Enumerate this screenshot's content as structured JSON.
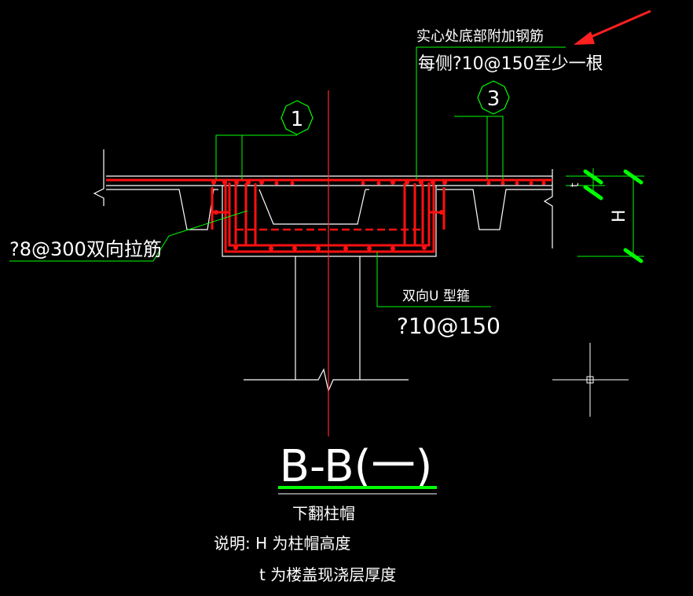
{
  "colors": {
    "background": "#000000",
    "outline": "#ffffff",
    "leader": "#00ff00",
    "rebar": "#ff1010",
    "axis": "#ff2a2a",
    "tick": "#00ff00",
    "title_underline": "#00ff00"
  },
  "labels": {
    "top_note_line1": "实心处底部附加钢筋",
    "top_note_line2": "每侧?10@150至少一根",
    "callout_1": "1",
    "callout_3": "3",
    "tie_bar": "?8@300双向拉筋",
    "u_stirrup_line1": "双向U 型箍",
    "u_stirrup_line2": "?10@150",
    "dim_t": "t",
    "dim_h": "H"
  },
  "title": {
    "main": "B-B(一)",
    "subtitle": "下翻柱帽"
  },
  "notes": {
    "line1": "说明: H 为柱帽高度",
    "line2": "t 为楼盖现浇层厚度"
  },
  "icons": {
    "arrow": "red-pointer-arrow-icon",
    "crosshair": "cad-crosshair-icon"
  }
}
